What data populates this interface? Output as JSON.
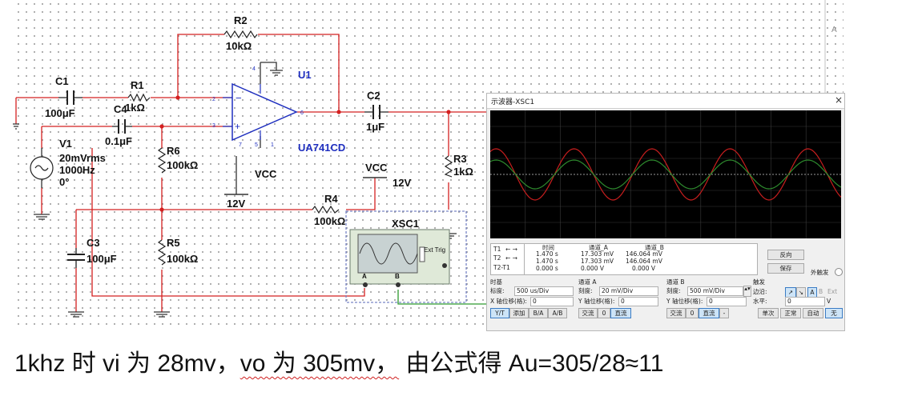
{
  "schematic": {
    "components": {
      "r2": {
        "ref": "R2",
        "value": "10kΩ"
      },
      "c1": {
        "ref": "C1",
        "value": "100μF"
      },
      "r1": {
        "ref": "R1",
        "value": "1kΩ"
      },
      "c4": {
        "ref": "C4",
        "value": "0.1μF"
      },
      "v1": {
        "ref": "V1",
        "value1": "20mVrms",
        "value2": "1000Hz",
        "value3": "0°"
      },
      "r6": {
        "ref": "R6",
        "value": "100kΩ"
      },
      "u1": {
        "ref": "U1",
        "part": "UA741CD",
        "pin4": "4",
        "pin7": "7",
        "pin5": "5",
        "pin1": "1",
        "pin2": "2",
        "pin3": "3",
        "pin6": "6"
      },
      "vcc": {
        "ref": "VCC",
        "volt": "12V"
      },
      "vcc_label": "VCC",
      "vcc_bottom": "12V",
      "c2": {
        "ref": "C2",
        "value": "1μF"
      },
      "r3": {
        "ref": "R3",
        "value": "1kΩ"
      },
      "r4": {
        "ref": "R4",
        "value": "100kΩ"
      },
      "c3": {
        "ref": "C3",
        "value": "100μF"
      },
      "r5": {
        "ref": "R5",
        "value": "100kΩ"
      },
      "xsc1": {
        "ref": "XSC1",
        "ext_trig": "Ext Trig",
        "a": "A",
        "b": "B"
      }
    },
    "page_marker": "A"
  },
  "scope": {
    "title": "示波器-XSC1",
    "close": "×",
    "table_header": {
      "time": "时间",
      "cha": "通道_A",
      "chb": "通道_B"
    },
    "rows": [
      {
        "name": "T1",
        "time": "1.470 s",
        "a": "17.303 mV",
        "b": "146.064 mV"
      },
      {
        "name": "T2",
        "time": "1.470 s",
        "a": "17.303 mV",
        "b": "146.064 mV"
      },
      {
        "name": "T2-T1",
        "time": "0.000 s",
        "a": "0.000 V",
        "b": "0.000 V"
      }
    ],
    "reverse_label": "反向",
    "save_label": "保存",
    "ext_trig_label": "外触发",
    "timebase": {
      "header": "时基",
      "scale_label": "标度:",
      "scale_value": "500 us/Div",
      "xpos_label": "X 轴位移(格):",
      "xpos_value": "0",
      "yt": "Y/T",
      "add": "添加",
      "ba": "B/A",
      "ab": "A/B"
    },
    "channel_a": {
      "header": "通道 A",
      "scale_label": "刻度:",
      "scale_value": "20 mV/Div",
      "ypos_label": "Y 轴位移(格):",
      "ypos_value": "0",
      "ac": "交流",
      "zero": "0",
      "dc": "直流"
    },
    "channel_b": {
      "header": "通道 B",
      "scale_label": "刻度:",
      "scale_value": "500 mV/Div",
      "ypos_label": "Y 轴位移(格):",
      "ypos_value": "0",
      "ac": "交流",
      "zero": "0",
      "dc": "直流",
      "minus": "-"
    },
    "trigger": {
      "header": "触发",
      "edge_label": "边沿:",
      "level_label": "水平:",
      "level_value": "0",
      "level_unit": "V",
      "a": "A",
      "b": "B",
      "ext": "Ext",
      "single": "单次",
      "normal": "正常",
      "auto": "自动",
      "none": "无"
    },
    "trace_colors": {
      "channel_a": "#2e8b2e",
      "channel_b": "#c81e1e"
    },
    "waveform": {
      "cycles_visible": 4.5,
      "channel_a_amplitude_div": 0.9,
      "channel_b_amplitude_div": 1.6
    }
  },
  "caption": {
    "part1": "1khz 时 vi 为 28mv，",
    "part2": "vo 为 305mv，",
    "part3": " 由公式得 Au=305/28≈11"
  }
}
